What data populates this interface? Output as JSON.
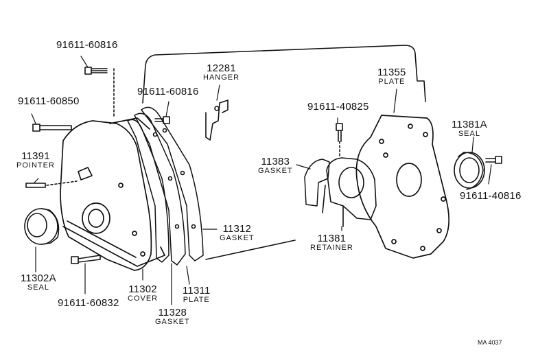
{
  "parts": {
    "bolt_60816_top": {
      "number": "91611-60816"
    },
    "bolt_60850": {
      "number": "91611-60850"
    },
    "bolt_60816_mid": {
      "number": "91611-60816"
    },
    "hanger": {
      "number": "12281",
      "name": "HANGER"
    },
    "pointer": {
      "number": "11391",
      "name": "POINTER"
    },
    "seal_front": {
      "number": "11302A",
      "name": "SEAL"
    },
    "bolt_60832": {
      "number": "91611-60832"
    },
    "cover": {
      "number": "11302",
      "name": "COVER"
    },
    "gasket_11328": {
      "number": "11328",
      "name": "GASKET"
    },
    "plate_11311": {
      "number": "11311",
      "name": "PLATE"
    },
    "gasket_11312": {
      "number": "11312",
      "name": "GASKET"
    },
    "bolt_40825": {
      "number": "91611-40825"
    },
    "gasket_11383": {
      "number": "11383",
      "name": "GASKET"
    },
    "retainer": {
      "number": "11381",
      "name": "RETAINER"
    },
    "plate_11355": {
      "number": "11355",
      "name": "PLATE"
    },
    "seal_rear": {
      "number": "11381A",
      "name": "SEAL"
    },
    "bolt_40816": {
      "number": "91611-40816"
    }
  },
  "diagram_code": "MA 4037",
  "colors": {
    "ink": "#111111",
    "paper": "#ffffff"
  }
}
